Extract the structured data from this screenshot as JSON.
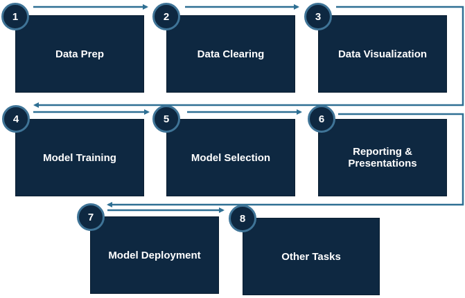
{
  "diagram": {
    "colors": {
      "box_fill": "#0e2841",
      "badge_ring": "#3f7497",
      "connector": "#2e6f93",
      "text": "#ffffff"
    },
    "steps": [
      {
        "number": "1",
        "label": "Data Prep"
      },
      {
        "number": "2",
        "label": "Data Clearing"
      },
      {
        "number": "3",
        "label": "Data Visualization"
      },
      {
        "number": "4",
        "label": "Model Training"
      },
      {
        "number": "5",
        "label": "Model Selection"
      },
      {
        "number": "6",
        "label": "Reporting &\nPresentations"
      },
      {
        "number": "7",
        "label": "Model Deployment"
      },
      {
        "number": "8",
        "label": "Other Tasks"
      }
    ]
  }
}
